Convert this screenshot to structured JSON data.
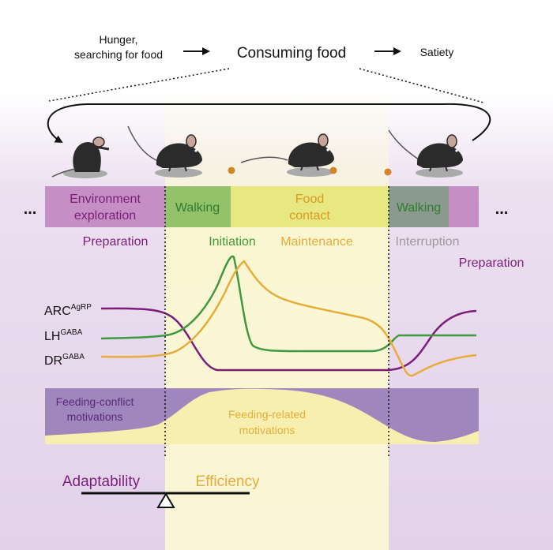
{
  "header": {
    "hunger_line1": "Hunger,",
    "hunger_line2": "searching for food",
    "consuming": "Consuming food",
    "satiety": "Satiety"
  },
  "behavior_bar": {
    "ellipsis": "...",
    "environment_line1": "Environment",
    "environment_line2": "exploration",
    "walking": "Walking",
    "food_line1": "Food",
    "food_line2": "contact",
    "walking_after": "Walking"
  },
  "phases": {
    "preparation": "Preparation",
    "initiation": "Initiation",
    "maintenance": "Maintenance",
    "interruption": "Interruption",
    "preparation_end": "Preparation"
  },
  "neurons": {
    "arc": "ARC",
    "arc_sup": "AgRP",
    "lh": "LH",
    "lh_sup": "GABA",
    "dr": "DR",
    "dr_sup": "GABA"
  },
  "motivations": {
    "conflict_line1": "Feeding-conflict",
    "conflict_line2": "motivations",
    "related_line1": "Feeding-related",
    "related_line2": "motivations"
  },
  "balance": {
    "adaptability": "Adaptability",
    "efficiency": "Efficiency"
  },
  "colors": {
    "purple": "#7b1e7a",
    "green": "#3f9a3f",
    "orange": "#e6ad3a",
    "gray": "#9a9a9a",
    "env_fill": "#c58ec4",
    "walk_fill": "#93c26a",
    "food_fill": "#e8e882",
    "walk_after_fill": "#8a9a8e",
    "conflict_fill": "#9f86bd",
    "related_fill": "#f6efb0",
    "mouse": "#2b2b2b",
    "pellet": "#d4852a"
  }
}
